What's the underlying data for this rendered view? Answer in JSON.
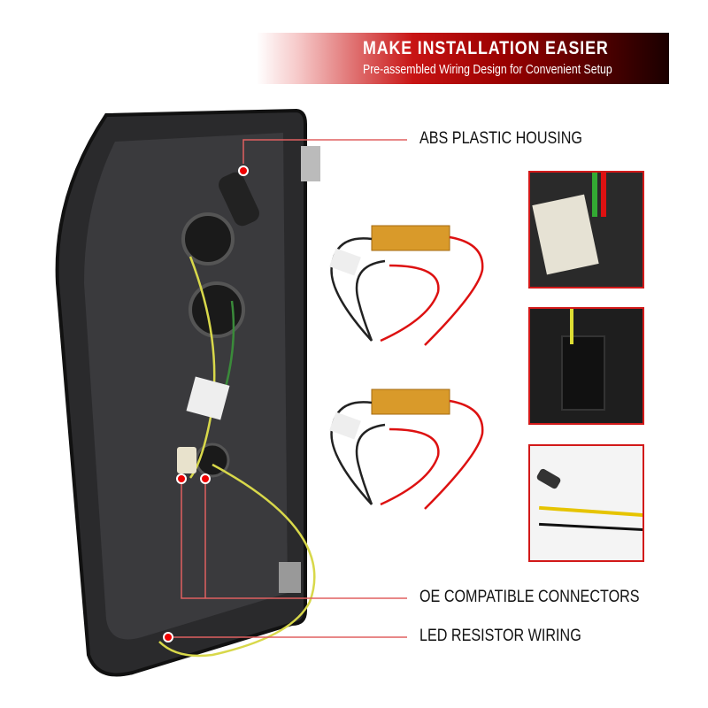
{
  "banner": {
    "title": "MAKE INSTALLATION EASIER",
    "subtitle": "Pre-assembled Wiring Design for Convenient Setup"
  },
  "callouts": [
    {
      "label": "ABS PLASTIC HOUSING"
    },
    {
      "label": "OE COMPATIBLE CONNECTORS"
    },
    {
      "label": "LED RESISTOR WIRING"
    }
  ],
  "colors": {
    "accent": "#d21919",
    "banner_dark": "#1a0000",
    "leader_line": "#e06060"
  }
}
